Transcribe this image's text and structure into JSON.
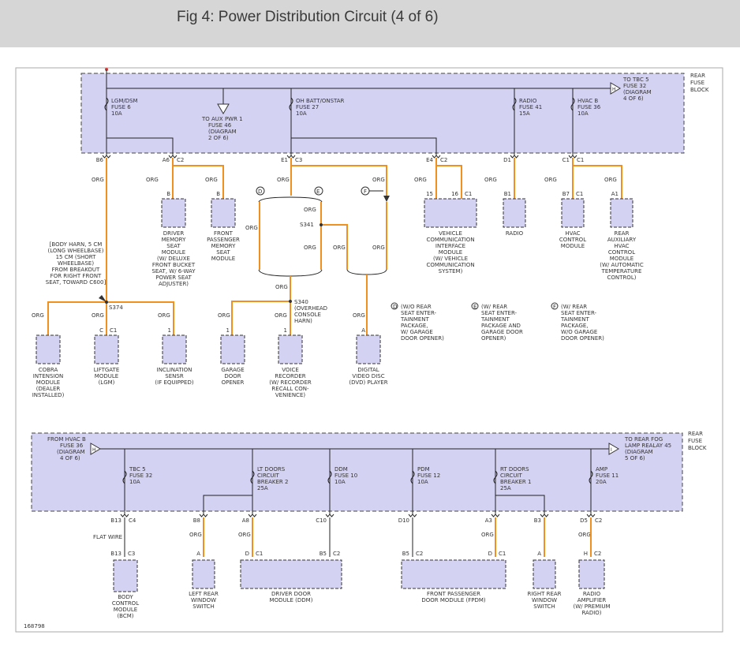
{
  "header": {
    "title": "Fig 4: Power Distribution Circuit (4 of 6)"
  },
  "figure_id": "168798",
  "top_block": {
    "name": [
      "REAR",
      "FUSE",
      "BLOCK"
    ],
    "to_tbc5": [
      "TO TBC 5",
      "FUSE 32",
      "(DIAGRAM",
      "4 OF 6)"
    ],
    "aux": [
      "TO AUX PWR 1",
      "FUSE 46",
      "(DIAGRAM",
      "2 OF 6)"
    ],
    "fuses": [
      {
        "lines": [
          "LGM/DSM",
          "FUSE 6",
          "10A"
        ]
      },
      {
        "lines": [
          "OH BATT/ONSTAR",
          "FUSE 27",
          "10A"
        ]
      },
      {
        "lines": [
          "RADIO",
          "FUSE 41",
          "15A"
        ]
      },
      {
        "lines": [
          "HVAC B",
          "FUSE 36",
          "10A"
        ]
      }
    ],
    "pins": [
      {
        "pin": "B6",
        "conn": ""
      },
      {
        "pin": "A6",
        "conn": "C2"
      },
      {
        "pin": "E1",
        "conn": "C3"
      },
      {
        "pin": "E4",
        "conn": "C2"
      },
      {
        "pin": "D1",
        "conn": ""
      },
      {
        "pin": "C1",
        "conn": "C1"
      }
    ]
  },
  "wire_labels": {
    "org": "ORG",
    "flat": "FLAT WIRE"
  },
  "splices": {
    "s374": "S374",
    "s341": "S341",
    "s340": [
      "S340",
      "(OVERHEAD",
      "CONSOLE",
      "HARN)"
    ]
  },
  "harness_note": [
    "[BODY HARN, 5 CM",
    "(LONG WHEELBASE)",
    "15 CM (SHORT",
    "WHEELBASE)",
    "FROM BREAKOUT",
    "FOR RIGHT FRONT",
    "SEAT, TOWARD C600]"
  ],
  "options": {
    "d": {
      "letter": "D",
      "lines": [
        "(W/O REAR",
        "SEAT ENTER-",
        "TAINMENT",
        "PACKAGE,",
        "W/ GARAGE",
        "DOOR OPENER)"
      ]
    },
    "e": {
      "letter": "E",
      "lines": [
        "(W/ REAR",
        "SEAT ENTER-",
        "TAINMENT",
        "PACKAGE AND",
        "GARAGE DOOR",
        "OPENER)"
      ]
    },
    "f": {
      "letter": "F",
      "lines": [
        "(W/ REAR",
        "SEAT ENTER-",
        "TAINMENT",
        "PACKAGE,",
        "W/O GARAGE",
        "DOOR OPENER)"
      ]
    }
  },
  "top_modules": [
    {
      "pin": "B",
      "conn": "",
      "lines": [
        "DRIVER",
        "MEMORY",
        "SEAT",
        "MODULE",
        "(W/ DELUXE",
        "FRONT BUCKET",
        "SEAT, W/ 6-WAY",
        "POWER SEAT",
        "ADJUSTER)"
      ]
    },
    {
      "pin": "B",
      "conn": "",
      "lines": [
        "FRONT",
        "PASSENGER",
        "MEMORY",
        "SEAT",
        "MODULE"
      ]
    },
    {
      "pin": "15",
      "pin2": "16",
      "conn": "C1",
      "lines": [
        "VEHICLE",
        "COMMUNICATION",
        "INTERFACE",
        "MODULE",
        "(W/ VEHICLE",
        "COMMUNICATION",
        "SYSTEM)"
      ]
    },
    {
      "pin": "B1",
      "conn": "",
      "lines": [
        "RADIO"
      ]
    },
    {
      "pin": "B7",
      "conn": "C1",
      "lines": [
        "HVAC",
        "CONTROL",
        "MODULE"
      ]
    },
    {
      "pin": "A1",
      "conn": "",
      "lines": [
        "REAR",
        "AUXILIARY",
        "HVAC",
        "CONTROL",
        "MODULE",
        "(W/ AUTOMATIC",
        "TEMPERATURE",
        "CONTROL)"
      ]
    }
  ],
  "mid_modules": [
    {
      "pin": "",
      "conn": "",
      "lines": [
        "COBRA",
        "INTENSION",
        "MODULE",
        "(DEALER",
        "INSTALLED)"
      ]
    },
    {
      "pin": "C",
      "conn": "C1",
      "lines": [
        "LIFTGATE",
        "MODULE",
        "(LGM)"
      ]
    },
    {
      "pin": "1",
      "conn": "",
      "lines": [
        "INCLINATION",
        "SENSR",
        "(IF EQUIPPED)"
      ]
    },
    {
      "pin": "1",
      "conn": "",
      "lines": [
        "GARAGE",
        "DOOR",
        "OPENER"
      ]
    },
    {
      "pin": "1",
      "conn": "",
      "lines": [
        "VOICE",
        "RECORDER",
        "(W/ RECORDER",
        "RECALL CON-",
        "VENIENCE)"
      ]
    },
    {
      "pin": "A",
      "conn": "",
      "lines": [
        "DIGITAL",
        "VIDEO DISC",
        "(DVD) PLAYER"
      ]
    }
  ],
  "bottom_block": {
    "name": [
      "REAR",
      "FUSE",
      "BLOCK"
    ],
    "from_hvac": [
      "FROM HVAC B",
      "FUSE 36",
      "(DIAGRAM",
      "4 OF 6)"
    ],
    "to_fog": [
      "TO REAR FOG",
      "LAMP REALAY 45",
      "(DIAGRAM",
      "5 OF 6)"
    ],
    "fuses": [
      {
        "lines": [
          "TBC 5",
          "FUSE 32",
          "10A"
        ]
      },
      {
        "lines": [
          "LT DOORS",
          "CIRCUIT",
          "BREAKER 2",
          "25A"
        ]
      },
      {
        "lines": [
          "DDM",
          "FUSE 10",
          "10A"
        ]
      },
      {
        "lines": [
          "PDM",
          "FUSE 12",
          "10A"
        ]
      },
      {
        "lines": [
          "RT DOORS",
          "CIRCUIT",
          "BREAKER 1",
          "25A"
        ]
      },
      {
        "lines": [
          "AMP",
          "FUSE 11",
          "20A"
        ]
      }
    ],
    "pins": [
      {
        "pin": "B13",
        "conn": "C4"
      },
      {
        "pin": "B8",
        "conn": ""
      },
      {
        "pin": "A8",
        "conn": ""
      },
      {
        "pin": "C10",
        "conn": ""
      },
      {
        "pin": "D10",
        "conn": ""
      },
      {
        "pin": "A3",
        "conn": ""
      },
      {
        "pin": "B3",
        "conn": ""
      },
      {
        "pin": "D5",
        "conn": "C2"
      }
    ]
  },
  "bottom_modules": [
    {
      "pin": "B13",
      "conn": "C3",
      "lines": [
        "BODY",
        "CONTROL",
        "MODULE",
        "(BCM)"
      ]
    },
    {
      "pin": "A",
      "conn": "",
      "lines": [
        "LEFT REAR",
        "WINDOW",
        "SWITCH"
      ]
    },
    {
      "pin": "D",
      "conn": "C1",
      "pin2": "B5",
      "conn2": "C2",
      "lines": [
        "DRIVER DOOR",
        "MODULE (DDM)"
      ]
    },
    {
      "pin": "B5",
      "conn": "C2",
      "pin2": "D",
      "conn2": "C1",
      "lines": [
        "FRONT PASSENGER",
        "DOOR MODULE (FPDM)"
      ]
    },
    {
      "pin": "A",
      "conn": "",
      "lines": [
        "RIGHT REAR",
        "WINDOW",
        "SWITCH"
      ]
    },
    {
      "pin": "H",
      "conn": "C2",
      "lines": [
        "RADIO",
        "AMPLIFIER",
        "(W/ PREMIUM",
        "RADIO)"
      ]
    }
  ]
}
